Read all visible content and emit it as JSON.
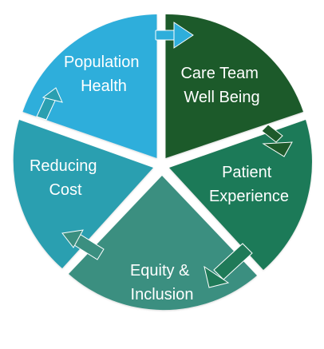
{
  "diagram": {
    "segments": [
      {
        "id": "population-health",
        "label_lines": [
          "Population",
          "Health"
        ],
        "color": "#2eaedb"
      },
      {
        "id": "care-team-well-being",
        "label_lines": [
          "Care Team",
          "Well Being"
        ],
        "color": "#1e5a2b"
      },
      {
        "id": "patient-experience",
        "label_lines": [
          "Patient",
          "Experience"
        ],
        "color": "#1f7a58"
      },
      {
        "id": "equity-inclusion",
        "label_lines": [
          "Equity &",
          "Inclusion"
        ],
        "color": "#3b8f80"
      },
      {
        "id": "reducing-cost",
        "label_lines": [
          "Reducing",
          "Cost"
        ],
        "color": "#2a9fb0"
      }
    ],
    "arrow_colors": {
      "population-to-care": "#2eaedb",
      "care-to-patient": "#1e5a2b",
      "patient-to-equity": "#1f7a58",
      "equity-to-cost": "#3b8f80",
      "cost-to-population": "#2a9fb0"
    }
  }
}
